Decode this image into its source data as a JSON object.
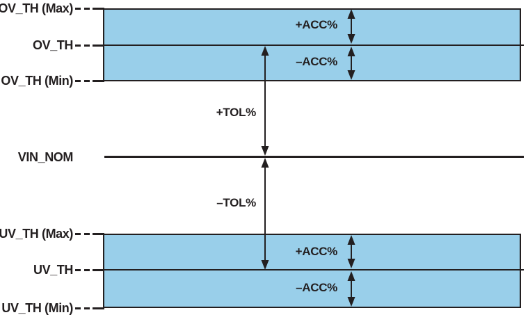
{
  "diagram": {
    "description": "Voltage threshold accuracy and tolerance diagram",
    "left_labels": {
      "ov_th_max": "OV_TH (Max)",
      "ov_th": "OV_TH",
      "ov_th_min": "OV_TH (Min)",
      "vin_nom": "VIN_NOM",
      "uv_th_max": "UV_TH (Max)",
      "uv_th": "UV_TH",
      "uv_th_min": "UV_TH (Min)"
    },
    "annotations": {
      "plus_acc": "+ACC%",
      "minus_acc": "–ACC%",
      "plus_tol": "+TOL%",
      "minus_tol": "–TOL%"
    },
    "colors": {
      "band_fill": "#99CFEA",
      "line_black": "#231F20",
      "background": "#FFFFFF"
    }
  }
}
